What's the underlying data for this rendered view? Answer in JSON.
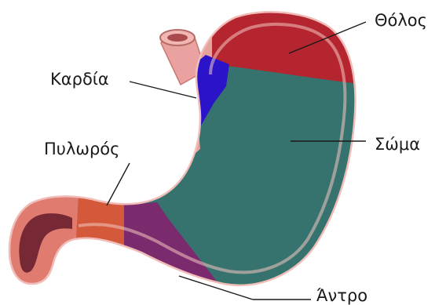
{
  "labels": {
    "fundus": "Θόλος",
    "cardia": "Καρδία",
    "body": "Σώμα",
    "pylorus": "Πυλωρός",
    "antrum": "Άντρο"
  },
  "colors": {
    "fundus_region": "#b5252f",
    "cardia_region": "#2a13c9",
    "body_region": "#2f6f6c",
    "antrum_region": "#7b2a6e",
    "pylorus_region": "#d4593a",
    "duodenum_tissue": "#e07b70",
    "duodenum_lumen": "#6a1f2e",
    "esophagus": "#e9a2a0",
    "leader_line": "#1a1a1a"
  }
}
